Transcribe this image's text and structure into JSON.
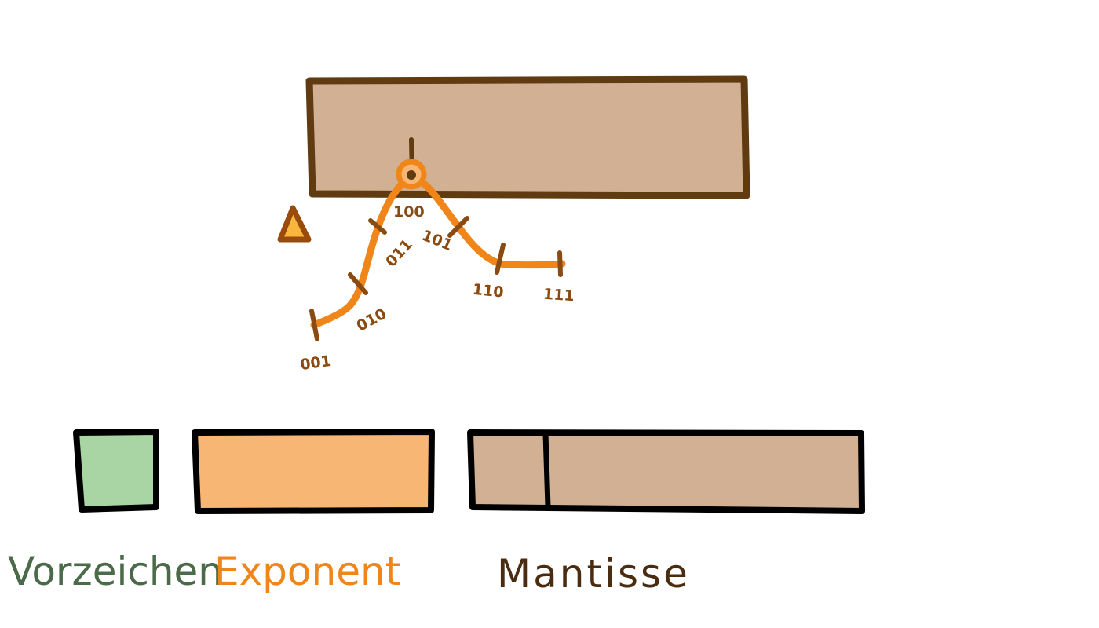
{
  "colors": {
    "sign": "#a9d5a4",
    "exponent": "#f8b674",
    "mantissa": "#d1b093",
    "outline": "#000000",
    "brown": "#603a10",
    "orange": "#f08519",
    "tick_label": "#8a4a10",
    "sign_text": "#4a6a4a",
    "exponent_text": "#f08519",
    "mantissa_text": "#4a2c10",
    "delta_fill": "#f8b73c",
    "delta_stroke": "#9a4a0a"
  },
  "delta_symbol": "Δ",
  "exponent_ticks": [
    "001",
    "010",
    "011",
    "100",
    "101",
    "110",
    "111"
  ],
  "legend": {
    "sign": "Vorzeichen",
    "exponent": "Exponent",
    "mantissa": "Mantisse"
  }
}
